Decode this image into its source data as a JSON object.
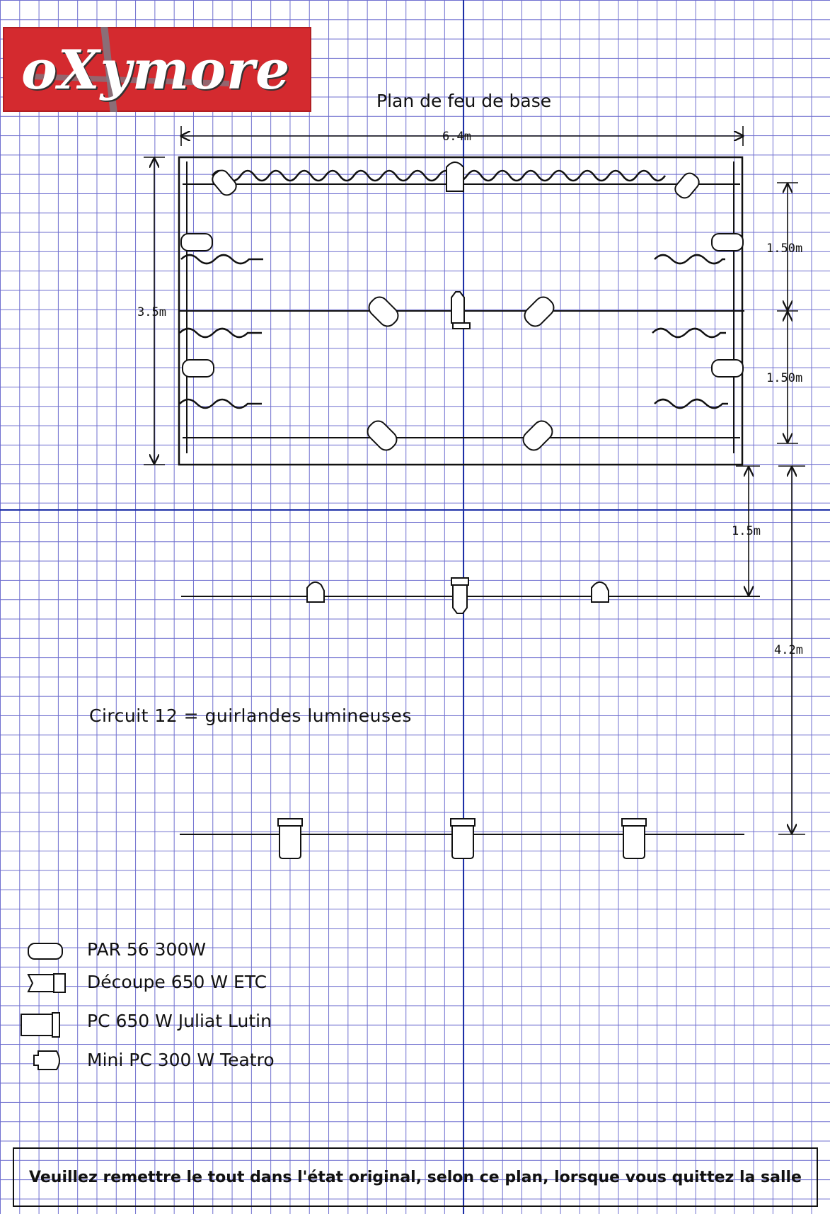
{
  "logo": {
    "text": "oXymore"
  },
  "title": "Plan de feu de base",
  "dimensions": {
    "stage_width": "6.4m",
    "stage_depth": "3.5m",
    "batten_spacing_1": "1.50m",
    "batten_spacing_2": "1.50m",
    "front_batten_distance": "1.5m",
    "rear_batten_distance": "4.2m"
  },
  "circuit_note": "Circuit 12 = guirlandes lumineuses",
  "legend": [
    {
      "icon": "par-icon",
      "label": "PAR 56 300W"
    },
    {
      "icon": "profile-spot-icon",
      "label": "Découpe 650 W ETC"
    },
    {
      "icon": "pc-spot-icon",
      "label": "PC 650 W Juliat Lutin"
    },
    {
      "icon": "mini-pc-icon",
      "label": "Mini PC 300 W Teatro"
    }
  ],
  "notice": "Veuillez remettre le tout dans l'état original, selon ce plan, lorsque vous quittez la salle",
  "colors": {
    "grid": "#6f6fcf",
    "axis": "#1c2fa6",
    "logo_red": "#d42a2f",
    "ink": "#111111"
  }
}
